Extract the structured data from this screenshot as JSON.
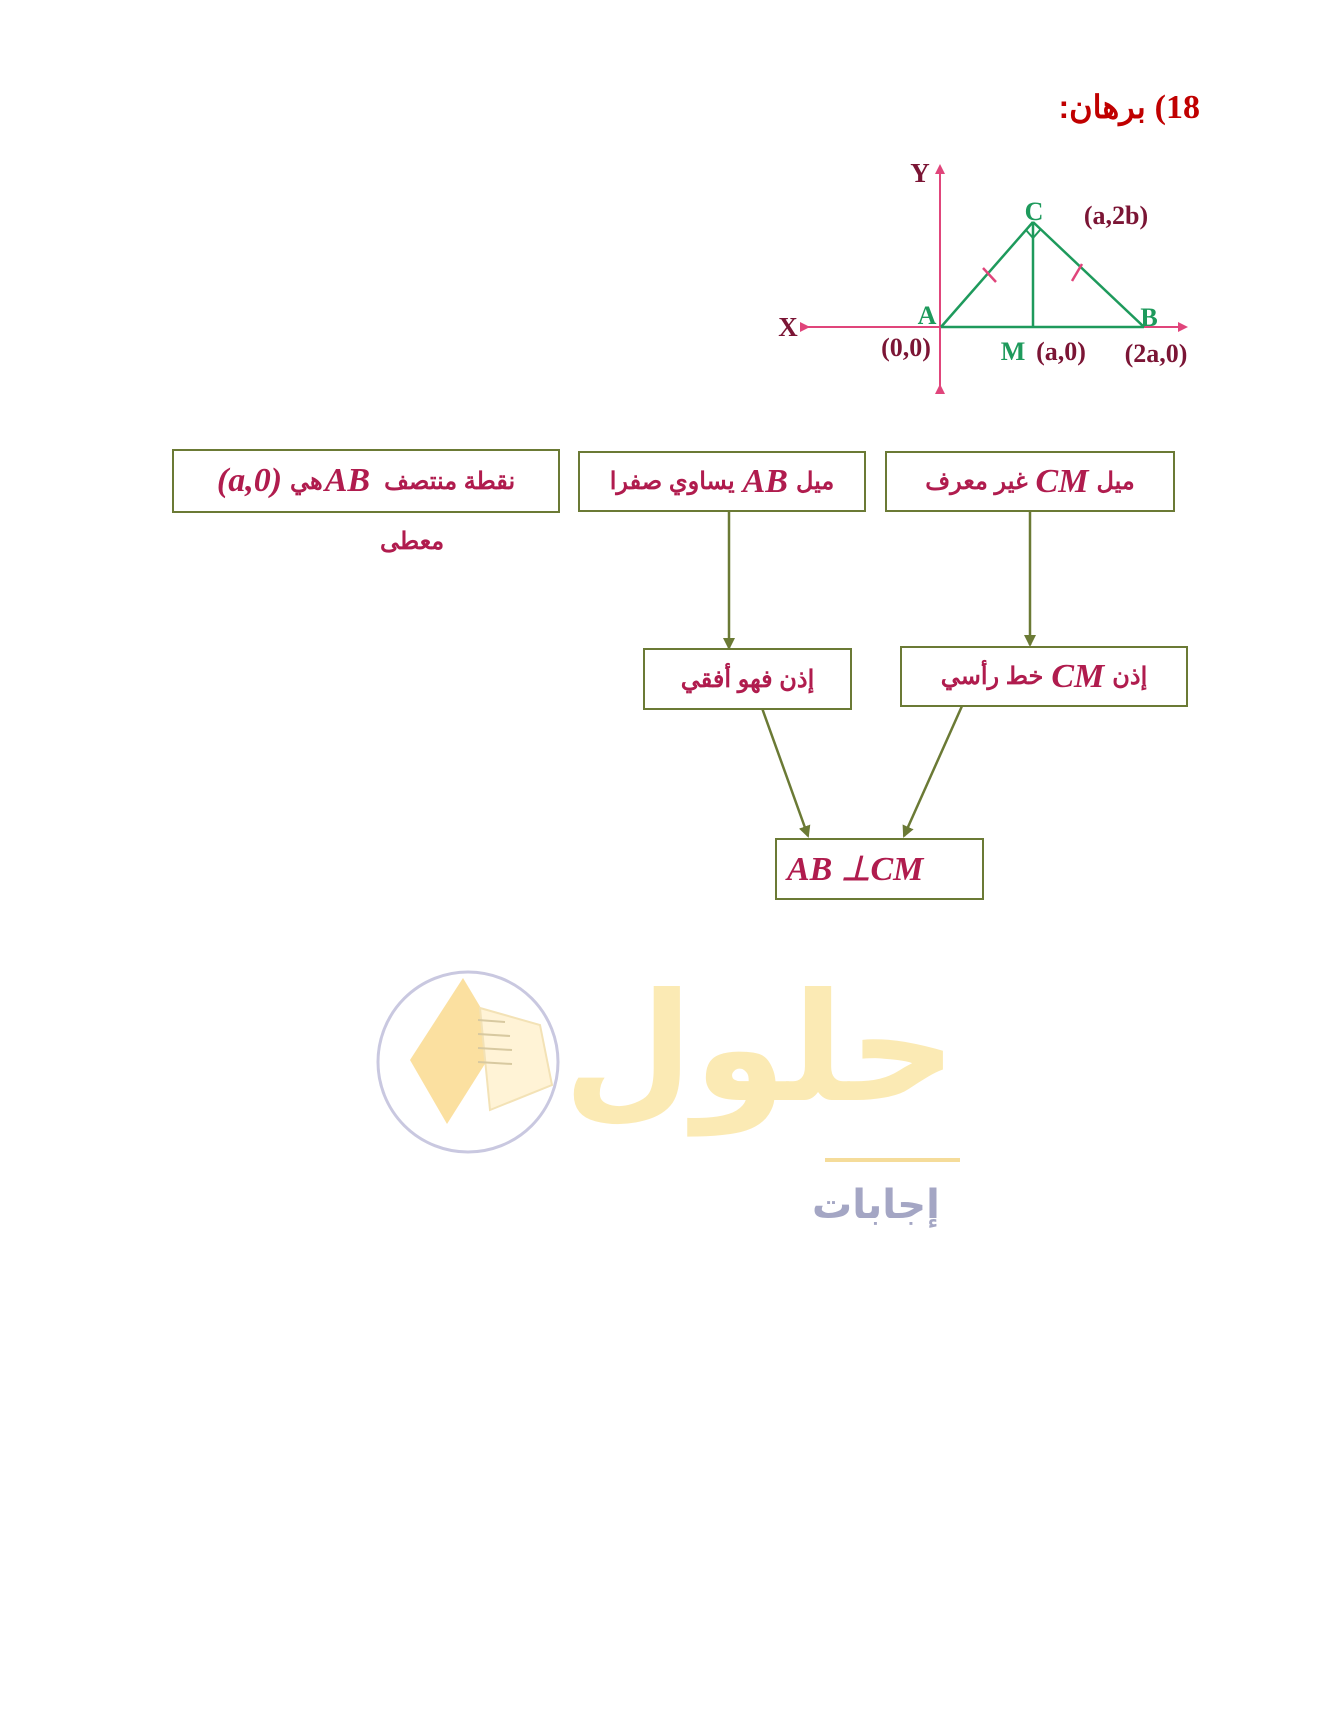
{
  "heading": {
    "number": "18)",
    "text": "برهان:"
  },
  "figure": {
    "axis_x_label": "X",
    "axis_y_label": "Y",
    "points": [
      {
        "name": "A",
        "coords": "(0,0)"
      },
      {
        "name": "B",
        "coords": "(2a,0)"
      },
      {
        "name": "C",
        "coords": "(a,2b)"
      },
      {
        "name": "M",
        "coords": "(a,0)"
      }
    ],
    "colors": {
      "axis": "#e0457b",
      "triangle": "#1e9a5c",
      "label": "#7b1535",
      "point_label": "#1e9a5c"
    }
  },
  "flowchart": {
    "box1": {
      "pre": "ميل",
      "math": "CM",
      "post": "غير معرف"
    },
    "box2": {
      "pre": "ميل",
      "math": "AB",
      "post": "يساوي صفرا"
    },
    "box3": {
      "pre": "نقطة منتصف",
      "math": "AB",
      "mid": "هي",
      "math2": "(a,0)"
    },
    "note3": "معطى",
    "box4": {
      "pre": "إذن",
      "math": "CM",
      "post": "خط رأسي"
    },
    "box5": {
      "text": "إذن فهو أفقي"
    },
    "box6": {
      "math": "AB ⊥CM"
    },
    "colors": {
      "border": "#6b7a35",
      "text": "#b01c4e"
    }
  },
  "watermark": {
    "logo_text": "حلول",
    "caption": "إجابات"
  }
}
